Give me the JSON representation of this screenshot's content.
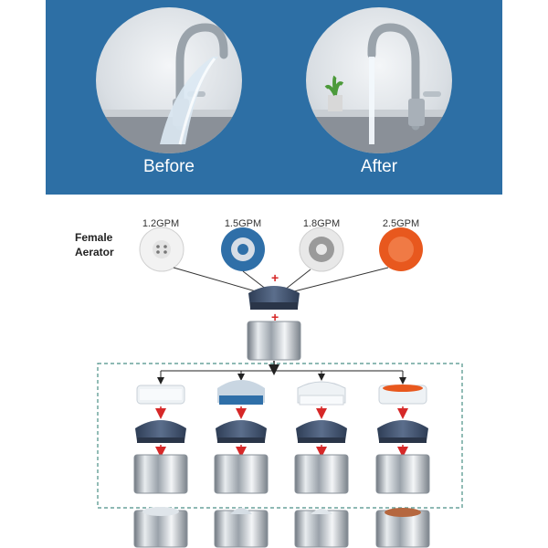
{
  "banner": {
    "before_label": "Before",
    "after_label": "After"
  },
  "diagram": {
    "female_label_line1": "Female",
    "female_label_line2": "Aerator",
    "flow_rates": [
      {
        "label": "1.2GPM",
        "color": "#f2f2f2"
      },
      {
        "label": "1.5GPM",
        "color": "#2f6fa8"
      },
      {
        "label": "1.8GPM",
        "color": "#9a9a9a"
      },
      {
        "label": "2.5GPM",
        "color": "#e8581e"
      }
    ]
  },
  "colors": {
    "banner_bg": "#2d6fa5",
    "arrow_red": "#d62828",
    "dashed_border": "#4a8f86"
  }
}
